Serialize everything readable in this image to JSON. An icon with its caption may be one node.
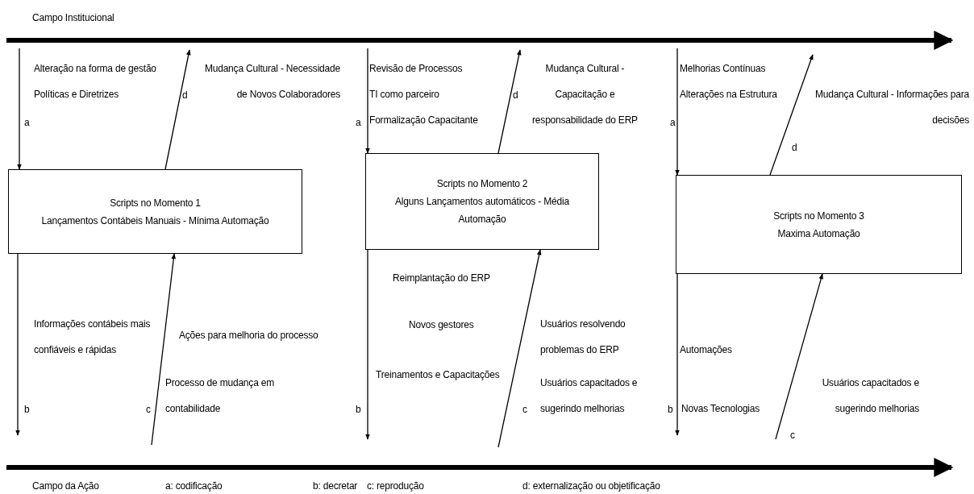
{
  "diagram": {
    "nodes": [
      {
        "text": [
          "Scripts no Momento 1",
          "Lançamentos Contábeis Manuais - Mínima Automação"
        ]
      },
      {
        "text": [
          "Scripts no Momento 2",
          "Alguns Lançamentos automáticos - Média Automação"
        ]
      },
      {
        "text": [
          "Scripts no Momento 3",
          "Maxima Automação"
        ]
      }
    ],
    "edges": [
      {
        "from": null,
        "to": 0,
        "arrow": "to",
        "label": "a"
      },
      {
        "from": 0,
        "to": null,
        "arrow": "to",
        "label": "d"
      },
      {
        "from": null,
        "to": 1,
        "arrow": "to",
        "label": "a"
      },
      {
        "from": 1,
        "to": null,
        "arrow": "to",
        "label": "d"
      },
      {
        "from": null,
        "to": 2,
        "arrow": "to",
        "label": "a"
      },
      {
        "from": 2,
        "to": null,
        "arrow": "to",
        "label": "d"
      },
      {
        "from": 0,
        "to": null,
        "arrow": "to",
        "label": "b"
      },
      {
        "from": null,
        "to": 0,
        "arrow": "to",
        "label": "c"
      },
      {
        "from": 1,
        "to": null,
        "arrow": "to",
        "label": "b"
      },
      {
        "from": null,
        "to": 1,
        "arrow": "to",
        "label": "c"
      },
      {
        "from": 2,
        "to": null,
        "arrow": "to",
        "label": "b"
      },
      {
        "from": null,
        "to": 2,
        "arrow": "to",
        "label": "c"
      }
    ],
    "labels": [
      "Campo Institucional",
      "Alteração na forma de gestão",
      "Políticas e Diretrizes",
      "Mudança Cultural - Necessidade de Novos Colaboradores",
      "Revisão de Processos",
      "TI como parceiro",
      "Formalização Capacitante",
      "Mudança Cultural - Capacitação e responsabilidade do ERP",
      "Melhorias Contínuas",
      "Alterações na Estrutura",
      "Mudança Cultural - Informações para decisões",
      "Reimplantação do ERP",
      "Novos gestores",
      "Treinamentos e Capacitações",
      "Informações contábeis mais confiáveis e rápidas",
      "Ações para melhoria do processo",
      "Usuários resolvendo problemas do ERP",
      "Automações",
      "Processo de mudança em contabilidade",
      "Usuários capacitados e sugerindo melhorias",
      "Novas Tecnologias",
      "Usuários capacitados e sugerindo melhorias",
      "Campo da Ação",
      "a: codificação",
      "b: decretar",
      "c: reprodução",
      "d: externalização ou objetificação"
    ]
  }
}
